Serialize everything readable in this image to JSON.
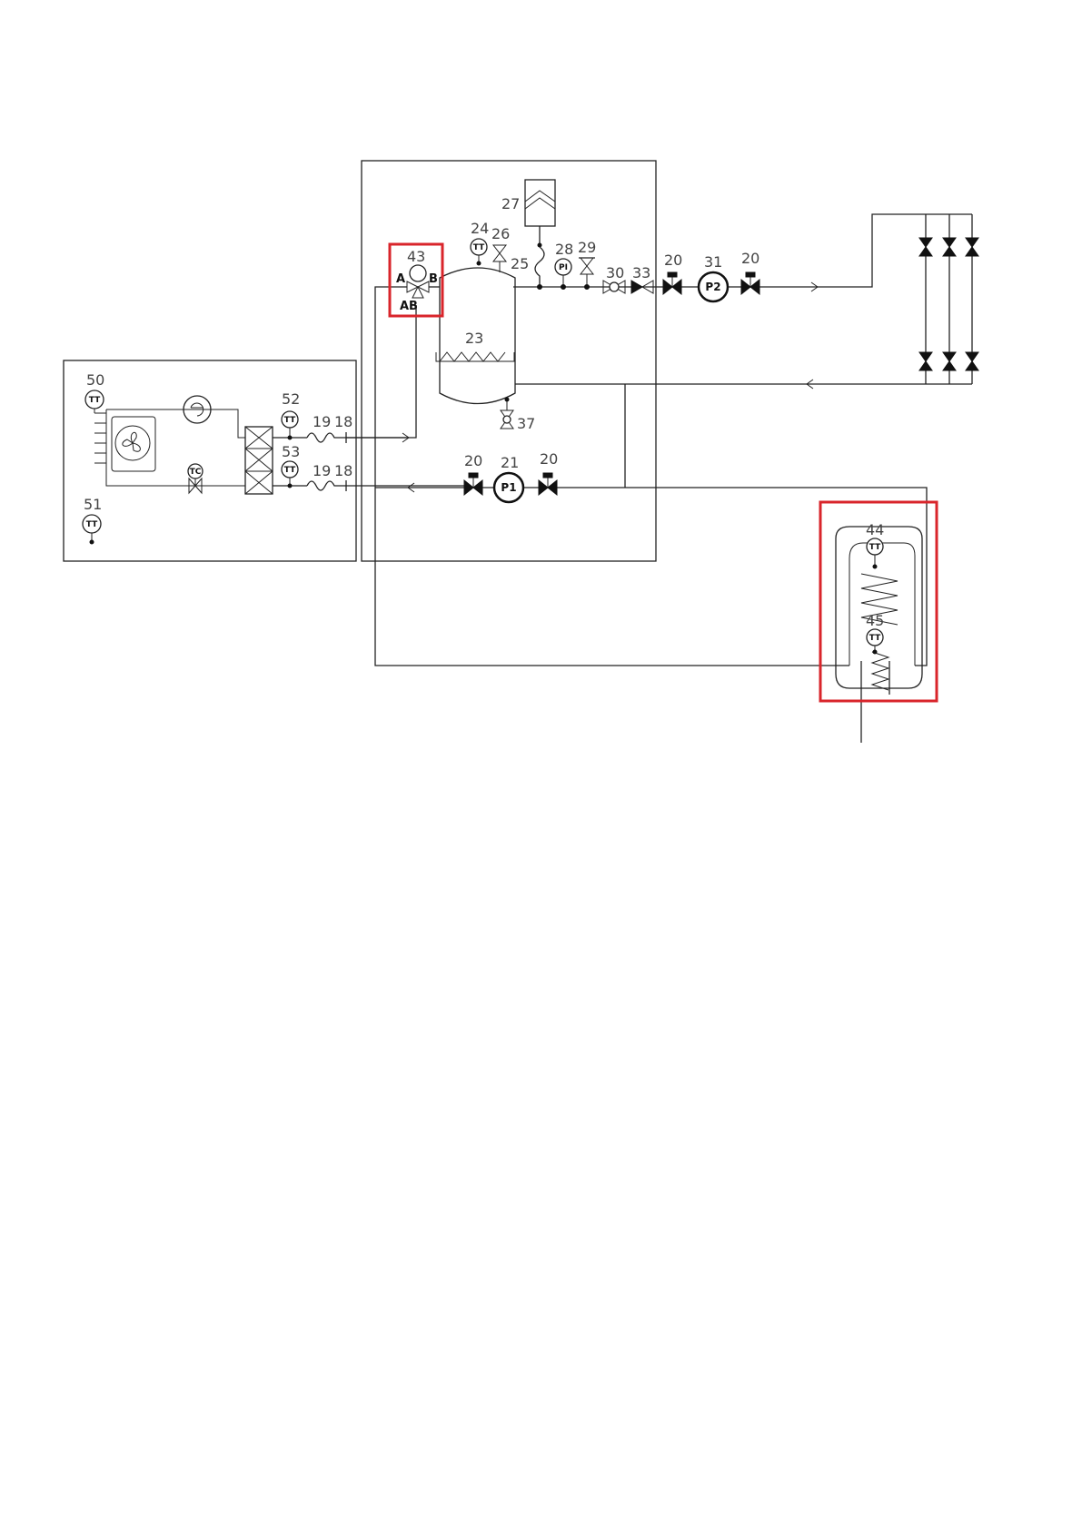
{
  "symbols": {
    "tt": "TT",
    "tc": "TC",
    "pi": "PI",
    "pump1": "P1",
    "pump2": "P2",
    "port_a": "A",
    "port_b": "B",
    "port_ab": "AB"
  },
  "labels": {
    "l50": "50",
    "l51": "51",
    "l52": "52",
    "l53": "53",
    "l19a": "19",
    "l18a": "18",
    "l19b": "19",
    "l18b": "18",
    "l43": "43",
    "l24": "24",
    "l26": "26",
    "l27": "27",
    "l25": "25",
    "l28": "28",
    "l29": "29",
    "l30": "30",
    "l33": "33",
    "l20a": "20",
    "l31": "31",
    "l20b": "20",
    "l23": "23",
    "l37": "37",
    "l20c": "20",
    "l21": "21",
    "l20d": "20",
    "l44": "44",
    "l45": "45"
  },
  "colors": {
    "highlight": "#d9252b",
    "line": "#222222"
  }
}
